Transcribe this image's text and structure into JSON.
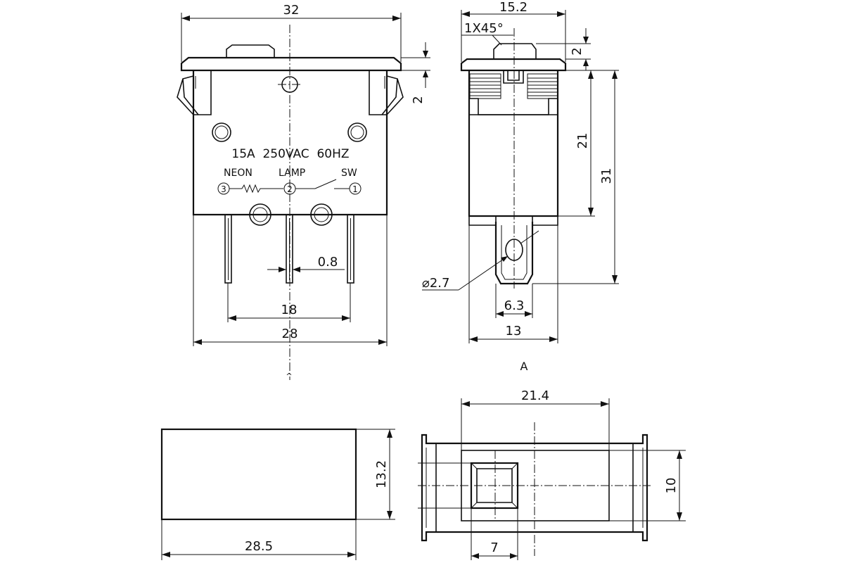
{
  "front_view": {
    "width_top": "32",
    "bezel_height": "2",
    "rating": "15A  250VAC  60HZ",
    "terminal_neon": "NEON",
    "terminal_lamp": "LAMP",
    "terminal_sw": "SW",
    "pin3": "3",
    "pin2": "2",
    "pin1": "1",
    "pin_thickness": "0.8",
    "pin_span": "18",
    "body_width": "28"
  },
  "side_view": {
    "width_top": "15.2",
    "chamfer": "1X45°",
    "bezel_height": "2",
    "body_height": "21",
    "total_height": "31",
    "hole_dia": "⌀2.7",
    "tab_width": "6.3",
    "body_width": "13"
  },
  "view_marker": "A",
  "bottom_left_view": {
    "height": "13.2",
    "length": "28.5"
  },
  "bottom_right_view": {
    "width": "21.4",
    "height": "10",
    "window": "7"
  }
}
